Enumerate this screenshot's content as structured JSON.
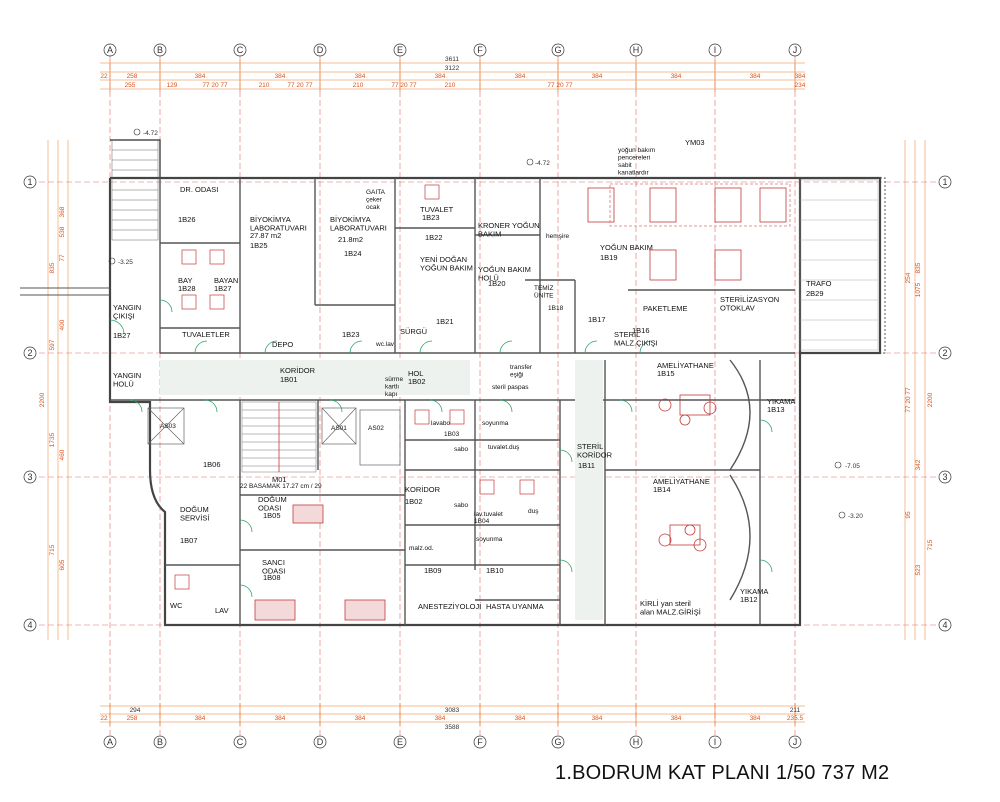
{
  "title": "1.BODRUM KAT PLANI 1/50   737 M2",
  "grid": {
    "columns": [
      "A",
      "B",
      "C",
      "D",
      "E",
      "F",
      "G",
      "H",
      "I",
      "J"
    ],
    "rows": [
      "1",
      "2",
      "3",
      "4"
    ]
  },
  "dims": {
    "top_total": "3611",
    "top_sub": "3122",
    "top_row1": [
      "22",
      "258",
      "384",
      "384",
      "384",
      "384",
      "384",
      "384",
      "384",
      "384",
      "384"
    ],
    "top_row2": [
      "255",
      "129",
      "77 20 77",
      "210",
      "77 20 77",
      "210",
      "77 20 77",
      "210",
      "77 20 77",
      "234"
    ],
    "bottom_total": "3588",
    "bottom_sub": "3083",
    "bottom_row1": [
      "294",
      "211"
    ],
    "bottom_row2": [
      "22",
      "258",
      "384",
      "384",
      "384",
      "384",
      "384",
      "384",
      "384",
      "384",
      "235.5"
    ],
    "left": [
      "538",
      "368",
      "835",
      "77",
      "400",
      "597",
      "2200",
      "1735",
      "460",
      "715",
      "605"
    ],
    "right": [
      "254",
      "1075",
      "835",
      "2200",
      "77 20 77",
      "342",
      "95",
      "715",
      "523"
    ]
  },
  "levels": [
    "-4.72",
    "-3.25",
    "-4.72",
    "-7.05",
    "-3.20"
  ],
  "rooms": {
    "dr_odasi": "DR. ODASI",
    "b26": "1B26",
    "biyo1": "BİYOKİMYA LABORATUVARI",
    "biyo1_area": "27.87 m2",
    "b25": "1B25",
    "biyo2": "BİYOKİMYA LABORATUVARI",
    "biyo2_area": "21.8m2",
    "b24": "1B24",
    "gaita": "GAITA çeker ocak",
    "tuvalet": "TUVALET",
    "b23": "1B23",
    "kroner": "KRONER YOĞUN BAKIM",
    "hemsire": "hemşire",
    "ym03": "YM03",
    "yogun_note": "yoğun bakım pencereleri sabit kanatlardır",
    "yogun_bakim": "YOĞUN BAKIM",
    "b19": "1B19",
    "b22": "1B22",
    "yeni_dogan": "YENİ DOĞAN YOĞUN BAKIM",
    "yogun_holu": "YOĞUN BAKIM HOLÜ",
    "b20": "1B20",
    "temiz": "TEMİZ ÜNİTE",
    "b18": "1B18",
    "b17": "1B17",
    "paketleme": "PAKETLEME",
    "steril_oto": "STERİLİZASYON OTOKLAV",
    "trafo": "TRAFO",
    "b29": "2B29",
    "bay": "BAY",
    "b28": "1B28",
    "bayan": "BAYAN",
    "b27b": "1B27",
    "yangin_cikis": "YANGIN ÇIKIŞI",
    "b27": "1B27",
    "tuvaletler": "TUVALETLER",
    "depo": "DEPO",
    "b23b": "1B23",
    "wc_lav": "wc.lav",
    "surgu": "SÜRGÜ",
    "b21": "1B21",
    "steril_malz": "STERİL MALZ.ÇIKIŞI",
    "b16": "1B16",
    "yangin_holu": "YANGIN HOLÜ",
    "koridor": "KORİDOR",
    "b01": "1B01",
    "surme": "sürme kartlı kapı",
    "hol": "HOL",
    "b02": "1B02",
    "transfer": "transfer eşiği",
    "steril_paspas": "steril paspas",
    "ameliyat1": "AMELİYATHANE",
    "b15": "1B15",
    "yikama1": "YIKAMA",
    "b13": "1B13",
    "as03": "AS03",
    "as01": "AS01",
    "as02": "AS02",
    "lavabo": "lavabo",
    "b03": "1B03",
    "soyunma1": "soyunma",
    "sabo1": "sabo",
    "tuvalet_dus": "tuvalet.duş",
    "b06": "1B06",
    "steril_koridor": "STERİL KORİDOR",
    "b11": "1B11",
    "m01": "M01",
    "m01_note": "22 BASAMAK 17.27 cm / 29",
    "koridor2": "KORİDOR",
    "b02b": "1B02",
    "sabo2": "sabo",
    "lav_tuvalet": "lav.tuvalet",
    "b04": "1B04",
    "dus": "duş",
    "ameliyat2": "AMELİYATHANE",
    "b14": "1B14",
    "dogum_servis": "DOĞUM SERVİSİ",
    "b07": "1B07",
    "dogum_odasi": "DOĞUM ODASI",
    "b05": "1B05",
    "soyunma2": "soyunma",
    "malz_od": "malz.od.",
    "sanci": "SANCI ODASI",
    "b08": "1B08",
    "b09": "1B09",
    "b10": "1B10",
    "anestezi": "ANESTEZİYOLOJİ",
    "hasta_uyanma": "HASTA UYANMA",
    "kirli": "KİRLİ yan steril alan MALZ.GİRİŞİ",
    "yikama2": "YIKAMA",
    "b12": "1B12",
    "wc": "WC",
    "lav": "LAV"
  }
}
